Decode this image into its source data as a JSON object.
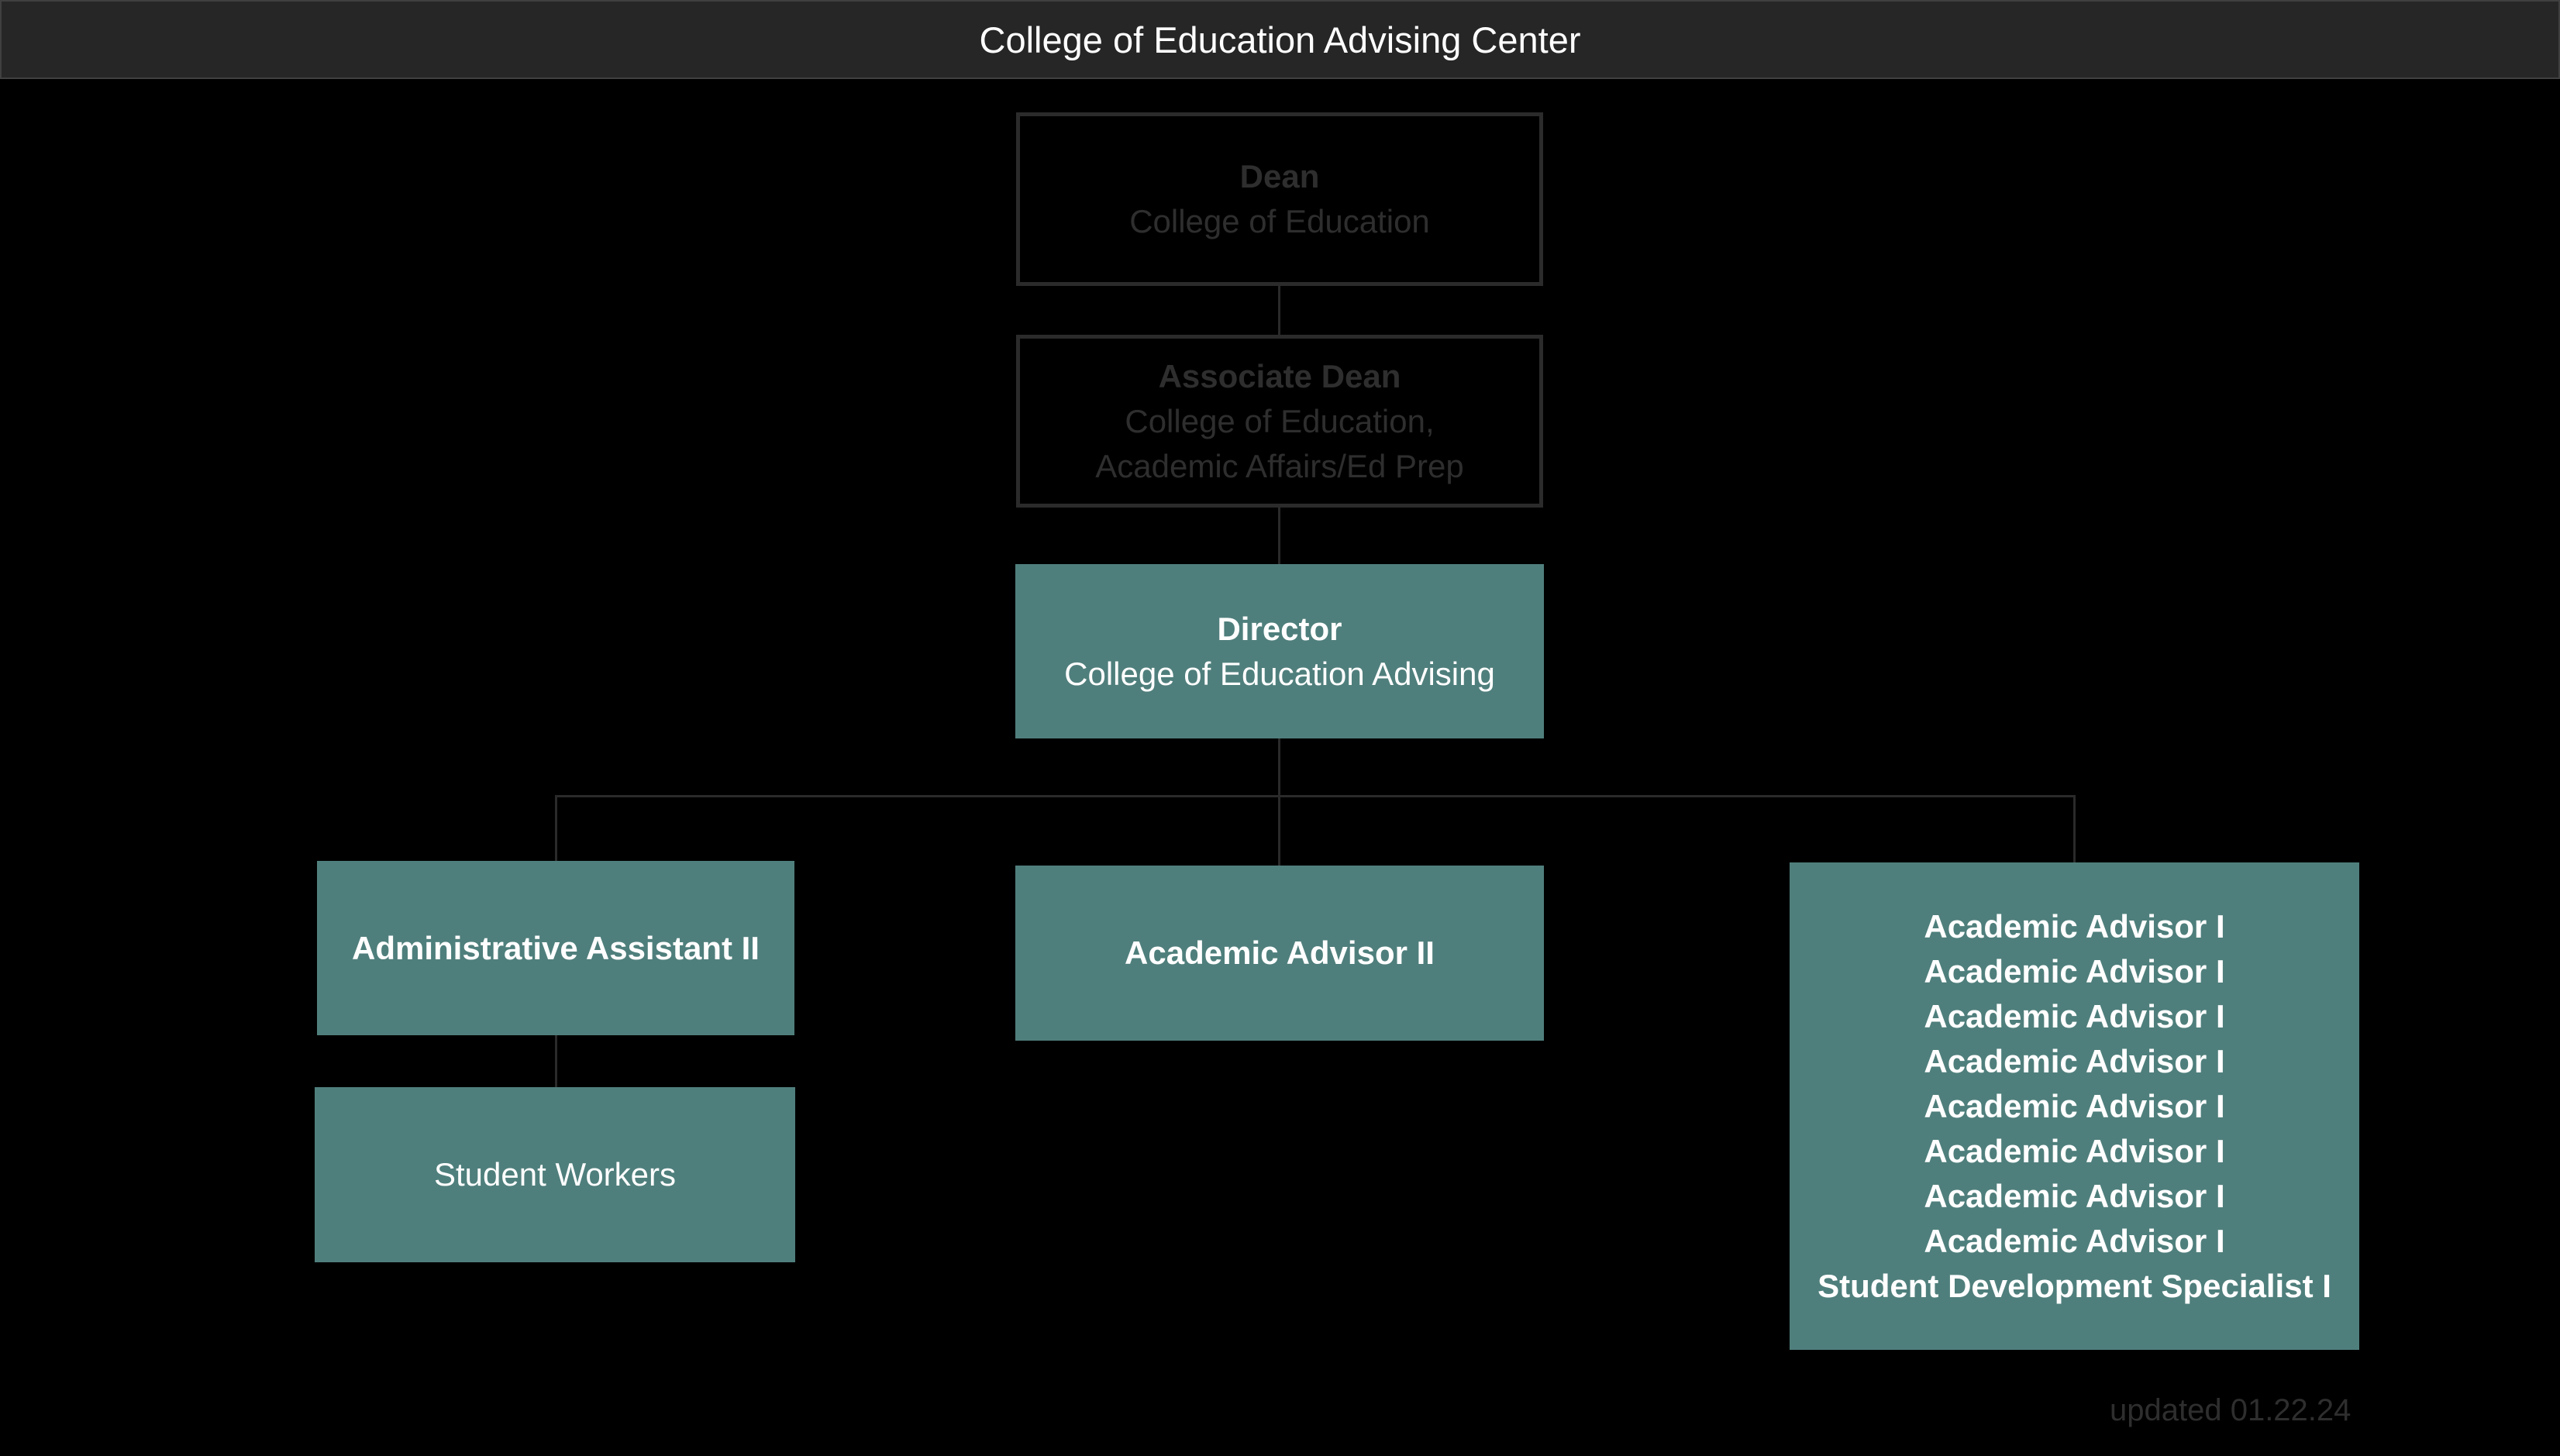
{
  "header": {
    "title": "College of Education Advising Center"
  },
  "org_chart": {
    "dean": {
      "title": "Dean",
      "unit": "College of Education"
    },
    "associate_dean": {
      "title": "Associate Dean",
      "unit_line1": "College of Education,",
      "unit_line2": "Academic Affairs/Ed Prep"
    },
    "director": {
      "title": "Director",
      "unit": "College of Education Advising"
    },
    "administrative_assistant": {
      "title": "Administrative Assistant II"
    },
    "student_workers": {
      "title": "Student Workers"
    },
    "academic_advisor_ii": {
      "title": "Academic Advisor II"
    },
    "advisor_team": {
      "members": [
        "Academic Advisor I",
        "Academic Advisor I",
        "Academic Advisor I",
        "Academic Advisor I",
        "Academic Advisor I",
        "Academic Advisor I",
        "Academic Advisor I",
        "Academic Advisor I",
        "Student Development Specialist I"
      ]
    }
  },
  "footer": {
    "updated": "updated 01.22.24"
  },
  "colors": {
    "box_fill": "#4f7f7c",
    "title_bar": "#262626",
    "ghost_text": "#2e2e2e",
    "background": "#000000"
  }
}
